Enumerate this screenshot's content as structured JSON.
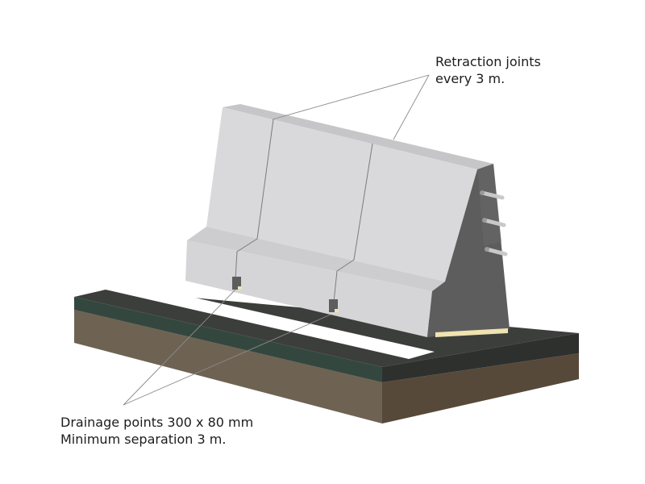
{
  "callouts": {
    "retraction": {
      "line1": "Retraction joints",
      "line2": "every 3 m."
    },
    "drainage": {
      "line1": "Drainage points 300 x 80 mm",
      "line2": "Minimum separation 3 m."
    }
  },
  "colors": {
    "soil_front": "#6e6253",
    "soil_side": "#57493a",
    "asphalt_top": "#3c3e3b",
    "asphalt_front": "#34473f",
    "road_marking": "#ffffff",
    "barrier_face": "#d8d8d9",
    "barrier_top": "#c6c6c8",
    "barrier_end": "#5d5d5d",
    "drain_strip": "#efe3b0",
    "leader_line": "#8a8a8a"
  },
  "icons": {
    "drain_openings": "drain-opening-icon",
    "anchor_bars": "anchor-bar-icon"
  }
}
